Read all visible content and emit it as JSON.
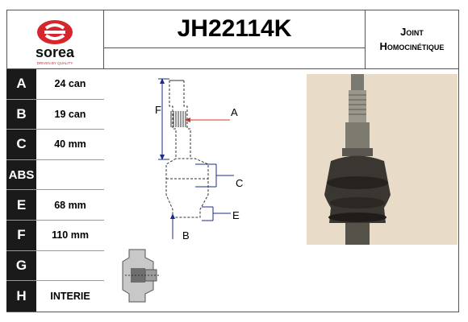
{
  "brand": {
    "name": "sorea",
    "tagline": "DRIVEN BY QUALITY",
    "logo_color": "#d7262b"
  },
  "header": {
    "part_code": "JH22114K",
    "part_type_line1": "Joint",
    "part_type_line2": "Homocinétique"
  },
  "specs": [
    {
      "letter": "A",
      "value": "24 can"
    },
    {
      "letter": "B",
      "value": "19 can"
    },
    {
      "letter": "C",
      "value": "40 mm"
    },
    {
      "letter": "ABS",
      "value": ""
    },
    {
      "letter": "E",
      "value": "68 mm"
    },
    {
      "letter": "F",
      "value": "110 mm"
    },
    {
      "letter": "G",
      "value": ""
    },
    {
      "letter": "H",
      "value": "INTERIE"
    }
  ],
  "diagram": {
    "labels": {
      "A": "A",
      "B": "B",
      "C": "C",
      "E": "E",
      "F": "F"
    },
    "accent_colors": {
      "A": "#c0392b",
      "C": "#1c2a8a",
      "E": "#1c2a8a",
      "B": "#1c2a8a",
      "F": "#1c2a8a"
    }
  }
}
